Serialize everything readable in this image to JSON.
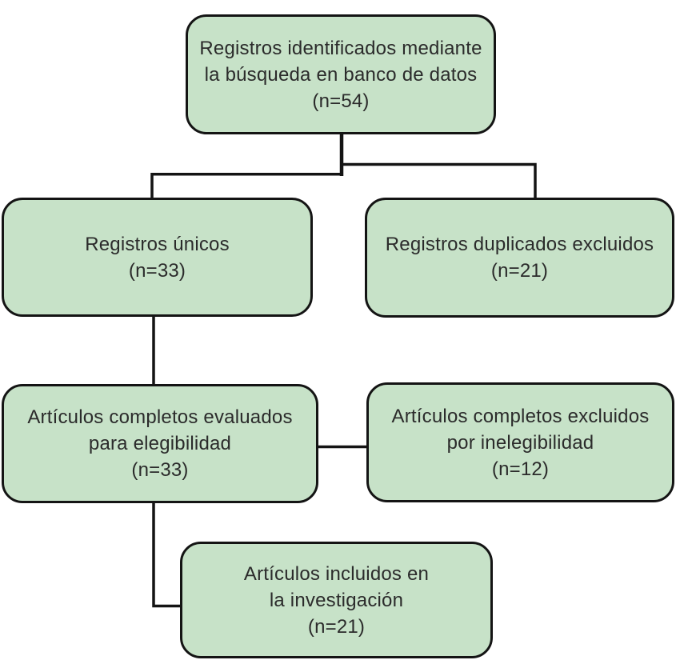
{
  "diagram": {
    "type": "flowchart",
    "colors": {
      "background": "#ffffff",
      "node_fill": "#c7e2c8",
      "node_border": "#141414",
      "connector": "#141414",
      "text": "#2b2b2b"
    },
    "nodes": {
      "identified": {
        "text": [
          "Registros identificados mediante",
          "la búsqueda en banco de datos"
        ],
        "count": "(n=54)"
      },
      "unique": {
        "text": [
          "Registros únicos"
        ],
        "count": "(n=33)"
      },
      "duplicates_excluded": {
        "text": [
          "Registros duplicados excluidos"
        ],
        "count": "(n=21)"
      },
      "evaluated": {
        "text": [
          "Artículos completos evaluados",
          "para elegibilidad"
        ],
        "count": "(n=33)"
      },
      "excluded_ineligible": {
        "text": [
          "Artículos completos excluidos",
          "por inelegibilidad"
        ],
        "count": "(n=12)"
      },
      "included": {
        "text": [
          "Artículos incluidos en",
          "la investigación"
        ],
        "count": "(n=21)"
      }
    },
    "edges": [
      {
        "from": "identified",
        "to": "unique"
      },
      {
        "from": "identified",
        "to": "duplicates_excluded"
      },
      {
        "from": "unique",
        "to": "evaluated"
      },
      {
        "from": "evaluated",
        "to": "excluded_ineligible"
      },
      {
        "from": "evaluated",
        "to": "included"
      }
    ]
  }
}
